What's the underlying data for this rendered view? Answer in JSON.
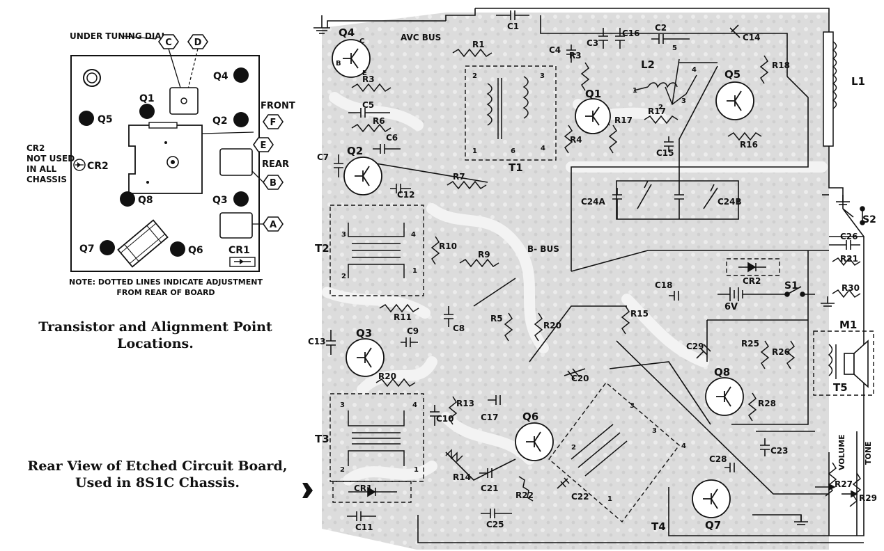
{
  "left_panel": {
    "callouts": {
      "under_tuning_dial": "UNDER TUNING DIAL",
      "front": "FRONT",
      "rear": "REAR",
      "cr2_note": [
        "CR2",
        "NOT USED",
        "IN ALL",
        "CHASSIS"
      ]
    },
    "alignment_points": [
      "C",
      "D",
      "F",
      "E",
      "B",
      "A"
    ],
    "transistors": [
      "Q1",
      "Q2",
      "Q3",
      "Q4",
      "Q5",
      "Q6",
      "Q7",
      "Q8"
    ],
    "diodes": [
      "CR1",
      "CR2"
    ],
    "note": [
      "NOTE: DOTTED LINES INDICATE ADJUSTMENT",
      "FROM REAR OF BOARD"
    ],
    "caption": [
      "Transistor and Alignment Point",
      "Locations."
    ]
  },
  "rear_caption": [
    "Rear View of Etched Circuit Board,",
    "Used in 8S1C Chassis."
  ],
  "board": {
    "bus_labels": [
      "AVC BUS",
      "B- BUS"
    ],
    "components": {
      "Q4": "Q4",
      "Q1": "Q1",
      "Q5": "Q5",
      "Q2": "Q2",
      "Q3": "Q3",
      "Q6": "Q6",
      "Q7": "Q7",
      "Q8": "Q8",
      "T1": "T1",
      "T2": "T2",
      "T3": "T3",
      "T4": "T4",
      "T5": "T5",
      "L1": "L1",
      "L2": "L2",
      "M1": "M1",
      "S1": "S1",
      "S2": "S2",
      "CR1": "CR1",
      "CR2": "CR2",
      "battery": "6V",
      "R1": "R1",
      "R3a": "R3",
      "R3b": "R3",
      "R4": "R4",
      "R5": "R5",
      "R6": "R6",
      "R7": "R7",
      "R9": "R9",
      "R10": "R10",
      "R11": "R11",
      "R13": "R13",
      "R14": "R14",
      "R15": "R15",
      "R16": "R16",
      "R17a": "R17",
      "R17b": "R17",
      "R18": "R18",
      "R20a": "R20",
      "R20b": "R20",
      "R21": "R21",
      "R22": "R22",
      "R25": "R25",
      "R26": "R26",
      "R27": "R27",
      "R28": "R28",
      "R29": "R29",
      "R30": "R30",
      "C1": "C1",
      "C2": "C2",
      "C3": "C3",
      "C4": "C4",
      "C5": "C5",
      "C6": "C6",
      "C7": "C7",
      "C8": "C8",
      "C9": "C9",
      "C10": "C10",
      "C11": "C11",
      "C12": "C12",
      "C13": "C13",
      "C14": "C14",
      "C15": "C15",
      "C16": "C16",
      "C17": "C17",
      "C18": "C18",
      "C20": "C20",
      "C21": "C21",
      "C22": "C22",
      "C23": "C23",
      "C24A": "C24A",
      "C24B": "C24B",
      "C25": "C25",
      "C26": "C26",
      "C28": "C28",
      "C29": "C29",
      "volume": "VOLUME",
      "tone": "TONE"
    },
    "pin_labels": [
      "B",
      "C",
      "E",
      "1",
      "2",
      "3",
      "4",
      "5",
      "6"
    ]
  }
}
